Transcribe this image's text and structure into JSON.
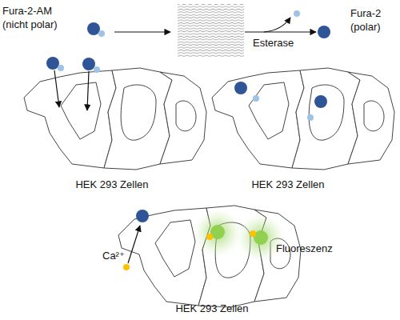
{
  "diagram": {
    "labels": [
      "Fura-2-AM",
      "(nicht polar)",
      "Esterase",
      "Fura-2",
      "(polar)",
      "HEK 293 Zellen",
      "HEK 293 Zellen",
      "HEK 293 Zellen",
      "Ca²⁺",
      "Fluoreszenz"
    ]
  }
}
